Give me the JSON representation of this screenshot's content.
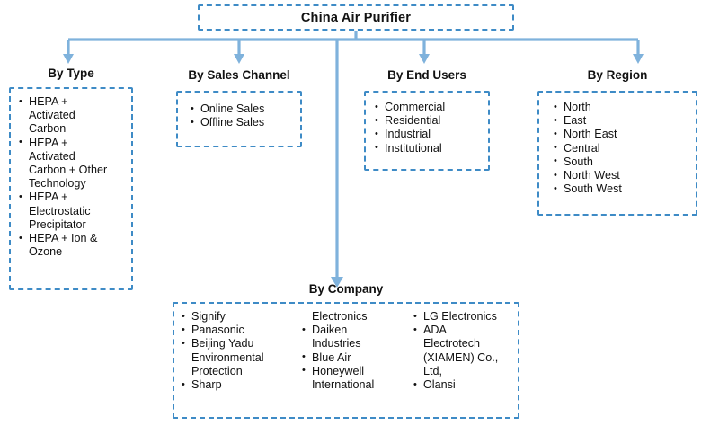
{
  "diagram": {
    "type": "segmentation-tree",
    "title": "China Air Purifier",
    "accent_color": "#3E8BC6",
    "connector_color": "#7FB2DC",
    "background_color": "#FFFFFF",
    "text_color": "#111111"
  },
  "branches": [
    {
      "id": "type",
      "heading": "By Type",
      "items": [
        {
          "bullet": true,
          "text": "HEPA +"
        },
        {
          "bullet": false,
          "text": "Activated"
        },
        {
          "bullet": false,
          "text": "Carbon"
        },
        {
          "bullet": true,
          "text": "HEPA +"
        },
        {
          "bullet": false,
          "text": "Activated"
        },
        {
          "bullet": false,
          "text": "Carbon + Other"
        },
        {
          "bullet": false,
          "text": "Technology"
        },
        {
          "bullet": true,
          "text": "HEPA +"
        },
        {
          "bullet": false,
          "text": "Electrostatic"
        },
        {
          "bullet": false,
          "text": "Precipitator"
        },
        {
          "bullet": true,
          "text": "HEPA + Ion &"
        },
        {
          "bullet": false,
          "text": "Ozone"
        }
      ]
    },
    {
      "id": "sales-channel",
      "heading": "By Sales Channel",
      "items": [
        {
          "bullet": true,
          "text": "Online Sales"
        },
        {
          "bullet": true,
          "text": "Offline Sales"
        }
      ]
    },
    {
      "id": "end-users",
      "heading": "By End Users",
      "items": [
        {
          "bullet": true,
          "text": "Commercial"
        },
        {
          "bullet": true,
          "text": "Residential"
        },
        {
          "bullet": true,
          "text": "Industrial"
        },
        {
          "bullet": true,
          "text": "Institutional"
        }
      ]
    },
    {
      "id": "region",
      "heading": "By Region",
      "items": [
        {
          "bullet": true,
          "text": "North"
        },
        {
          "bullet": true,
          "text": "East"
        },
        {
          "bullet": true,
          "text": "North East"
        },
        {
          "bullet": true,
          "text": "Central"
        },
        {
          "bullet": true,
          "text": "South"
        },
        {
          "bullet": true,
          "text": "North West"
        },
        {
          "bullet": true,
          "text": "South West"
        }
      ]
    }
  ],
  "company": {
    "id": "company",
    "heading": "By Company",
    "columns": [
      {
        "id": "company-col-1",
        "items": [
          {
            "bullet": true,
            "text": "Signify"
          },
          {
            "bullet": true,
            "text": "Panasonic"
          },
          {
            "bullet": true,
            "text": "Beijing Yadu"
          },
          {
            "bullet": false,
            "text": "Environmental"
          },
          {
            "bullet": false,
            "text": "Protection"
          },
          {
            "bullet": true,
            "text": "Sharp"
          }
        ]
      },
      {
        "id": "company-col-2",
        "items": [
          {
            "bullet": false,
            "text": "Electronics"
          },
          {
            "bullet": true,
            "text": "Daiken"
          },
          {
            "bullet": false,
            "text": "Industries"
          },
          {
            "bullet": true,
            "text": "Blue Air"
          },
          {
            "bullet": true,
            "text": "Honeywell"
          },
          {
            "bullet": false,
            "text": "International"
          }
        ]
      },
      {
        "id": "company-col-3",
        "items": [
          {
            "bullet": true,
            "text": "LG Electronics"
          },
          {
            "bullet": true,
            "text": "ADA"
          },
          {
            "bullet": false,
            "text": "Electrotech"
          },
          {
            "bullet": false,
            "text": "(XIAMEN) Co.,"
          },
          {
            "bullet": false,
            "text": "Ltd,"
          },
          {
            "bullet": true,
            "text": "Olansi"
          }
        ]
      }
    ]
  }
}
